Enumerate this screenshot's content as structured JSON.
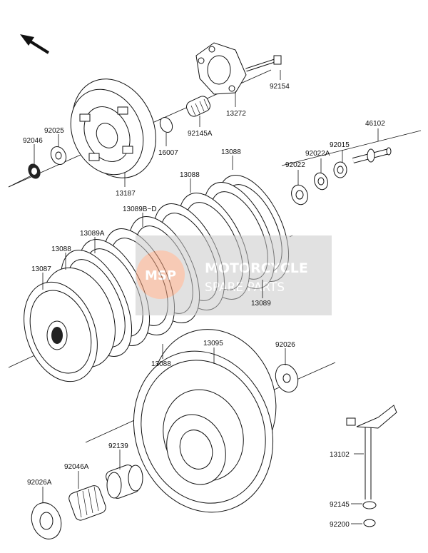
{
  "parts": [
    {
      "id": "p92154",
      "number": "92154"
    },
    {
      "id": "p13272",
      "number": "13272"
    },
    {
      "id": "p92145a",
      "number": "92145A"
    },
    {
      "id": "p16007",
      "number": "16007"
    },
    {
      "id": "p92025",
      "number": "92025"
    },
    {
      "id": "p92046",
      "number": "92046"
    },
    {
      "id": "p13187",
      "number": "13187"
    },
    {
      "id": "p46102",
      "number": "46102"
    },
    {
      "id": "p92015",
      "number": "92015"
    },
    {
      "id": "p92022a",
      "number": "92022A"
    },
    {
      "id": "p92022",
      "number": "92022"
    },
    {
      "id": "p13088a",
      "number": "13088"
    },
    {
      "id": "p13088b",
      "number": "13088"
    },
    {
      "id": "p13089bd",
      "number": "13089B~D"
    },
    {
      "id": "p13089a",
      "number": "13089A"
    },
    {
      "id": "p13088c",
      "number": "13088"
    },
    {
      "id": "p13087",
      "number": "13087"
    },
    {
      "id": "p13089",
      "number": "13089"
    },
    {
      "id": "p13088d",
      "number": "13088"
    },
    {
      "id": "p13095",
      "number": "13095"
    },
    {
      "id": "p92026",
      "number": "92026"
    },
    {
      "id": "p92139",
      "number": "92139"
    },
    {
      "id": "p92046a",
      "number": "92046A"
    },
    {
      "id": "p92026a",
      "number": "92026A"
    },
    {
      "id": "p13102",
      "number": "13102"
    },
    {
      "id": "p92145",
      "number": "92145"
    },
    {
      "id": "p92200",
      "number": "92200"
    }
  ],
  "watermark": {
    "line1": "MOTORCYCLE",
    "line2": "SPARE PARTS",
    "logo": "MSP"
  },
  "colors": {
    "watermark_block": "#c9c9c9",
    "watermark_logo": "#f2a07a",
    "ink": "#111111"
  }
}
